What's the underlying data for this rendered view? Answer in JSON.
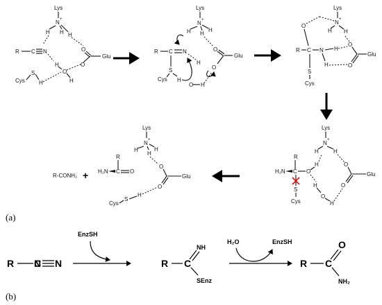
{
  "panel_a": {
    "label": "(a)",
    "s1": {
      "lys": "Lys",
      "nh2": "N",
      "nplus": "+",
      "h1": "H",
      "h2": "H",
      "h3": "H",
      "r": "R",
      "c": "C",
      "n": "N",
      "h4": "H",
      "o1": "O",
      "o2": "O",
      "glu": "Glu",
      "o3": "O",
      "h5": "H",
      "cys": "Cys",
      "s": "S",
      "h6": "H"
    },
    "s2": {
      "lys": "Lys",
      "nh": "N",
      "nplus": "+",
      "h1": "H",
      "h2": "H",
      "h3": "H",
      "r": "R",
      "c": "C",
      "n": "N",
      "h4": "H",
      "o1": "O",
      "o2": "O",
      "glu": "Glu",
      "cys": "Cys",
      "s": "S",
      "h5": "H",
      "o3": "O",
      "h6": "H"
    },
    "s3": {
      "lys": "Lys",
      "nh": "N",
      "nplus": "+",
      "h1": "H",
      "h2": "H",
      "o": "O",
      "r": "R",
      "c": "C",
      "n": "N",
      "h3": "H",
      "h4": "H",
      "o1": "O",
      "o2": "O",
      "glu": "Glu",
      "s": "S",
      "cys": "Cys"
    },
    "s4": {
      "lys": "Lys",
      "nh": "N",
      "nplus": "+",
      "h1": "H",
      "h2": "H",
      "r": "R",
      "h2n": "H₂N",
      "c": "C",
      "o": "O",
      "h3": "H",
      "s": "S",
      "cys": "Cys",
      "o1": "O",
      "o2": "O",
      "glu": "Glu",
      "h4": "H",
      "o3": "O",
      "h5": "H"
    },
    "s5": {
      "product": "R-CONH₂",
      "plus": "+",
      "lys": "Lys",
      "nh": "N",
      "nplus": "+",
      "h1": "H",
      "h2": "H",
      "h3": "H",
      "r": "R",
      "h2n": "H₂N",
      "c": "C",
      "o": "O",
      "o1": "O",
      "o2": "O",
      "glu": "Glu",
      "cys": "Cys",
      "s": "S",
      "h4": "H"
    }
  },
  "panel_b": {
    "label": "(b)",
    "nitrile": {
      "r": "R",
      "n": "N"
    },
    "enzsh_in": "EnzSH",
    "thioimidate": {
      "r": "R",
      "c": "C",
      "nh": "NH",
      "senz": "SEnz"
    },
    "water": "H₂O",
    "enzsh_out": "EnzSH",
    "amide": {
      "r": "R",
      "c": "C",
      "o": "O",
      "nh2": "NH₂"
    }
  }
}
